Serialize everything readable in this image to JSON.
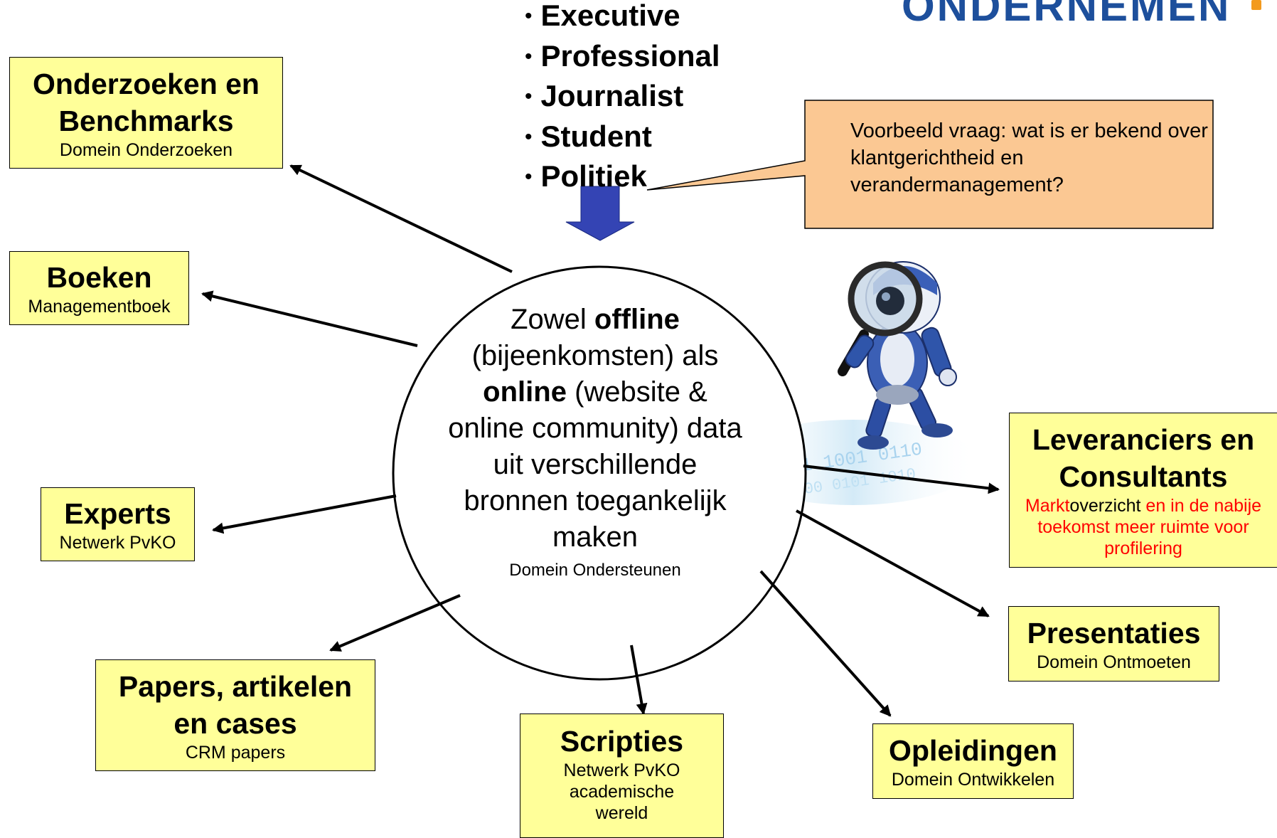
{
  "logo": {
    "text": "ONDERNEMEN"
  },
  "audience": {
    "items": [
      "Executive",
      "Professional",
      "Journalist",
      "Student",
      "Politiek"
    ]
  },
  "callout": {
    "text": "Voorbeeld vraag: wat is er bekend over klantgerichtheid en verandermanagement?"
  },
  "center": {
    "word1": "Zowel",
    "offline": "offline",
    "line2": "(bijeenkomsten) als",
    "online": "online",
    "line3a": "(website &",
    "line4": "online community) data",
    "line5": "uit verschillende",
    "line6": "bronnen toegankelijk",
    "line7": "maken",
    "sub": "Domein Ondersteunen"
  },
  "nodes": {
    "onderzoeken": {
      "title": "Onderzoeken en Benchmarks",
      "sub": "Domein Onderzoeken"
    },
    "boeken": {
      "title": "Boeken",
      "sub": "Managementboek"
    },
    "experts": {
      "title": "Experts",
      "sub": "Netwerk PvKO"
    },
    "papers": {
      "title": "Papers, artikelen en cases",
      "sub": "CRM papers"
    },
    "scripties": {
      "title": "Scripties",
      "sub": "Netwerk PvKO academische wereld"
    },
    "opleidingen": {
      "title": "Opleidingen",
      "sub": "Domein Ontwikkelen"
    },
    "presentaties": {
      "title": "Presentaties",
      "sub": "Domein Ontmoeten"
    },
    "leveranciers": {
      "title": "Leveranciers en Consultants",
      "sub_red1": "Markt",
      "sub_black": "overzicht",
      "sub_red2": " en in de nabije toekomst meer ruimte voor profilering"
    }
  },
  "colors": {
    "box_fill": "#ffff99",
    "callout_fill": "#fbc893",
    "arrow_down": "#3444b4",
    "logo": "#1d4f9c",
    "accent_red": "#ff0000"
  },
  "icons": {
    "robot": "robot-magnifier-icon"
  }
}
